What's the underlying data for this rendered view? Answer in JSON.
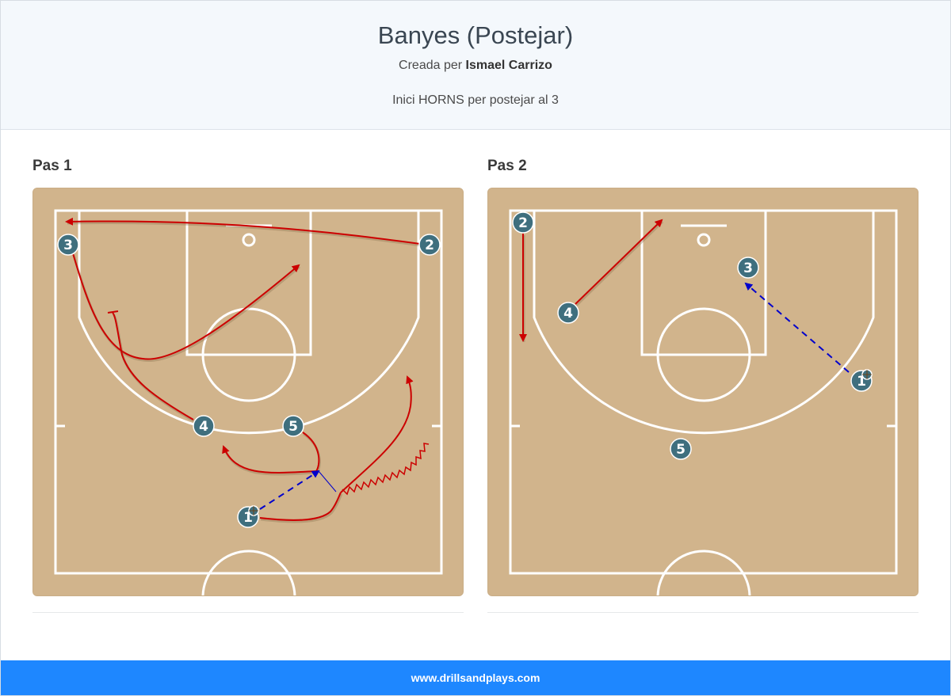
{
  "header": {
    "title": "Banyes (Postejar)",
    "created_prefix": "Creada per",
    "author": "Ismael Carrizo",
    "description": "Inici HORNS per postejar al 3"
  },
  "steps": [
    {
      "title": "Pas 1",
      "players": [
        {
          "label": "3",
          "has_ball": false
        },
        {
          "label": "2",
          "has_ball": false
        },
        {
          "label": "4",
          "has_ball": false
        },
        {
          "label": "5",
          "has_ball": false
        },
        {
          "label": "1",
          "has_ball": true
        }
      ],
      "actions": [
        {
          "type": "cut",
          "player": "2"
        },
        {
          "type": "cut",
          "player": "3"
        },
        {
          "type": "screen",
          "player": "4"
        },
        {
          "type": "cut",
          "player": "5"
        },
        {
          "type": "pass",
          "from": "1",
          "to": "5"
        },
        {
          "type": "cut",
          "player": "1"
        },
        {
          "type": "dribble",
          "player": "1"
        }
      ]
    },
    {
      "title": "Pas 2",
      "players": [
        {
          "label": "2",
          "has_ball": false
        },
        {
          "label": "4",
          "has_ball": false
        },
        {
          "label": "3",
          "has_ball": false
        },
        {
          "label": "1",
          "has_ball": true
        },
        {
          "label": "5",
          "has_ball": false
        }
      ],
      "actions": [
        {
          "type": "cut",
          "player": "2"
        },
        {
          "type": "cut",
          "player": "4"
        },
        {
          "type": "pass",
          "from": "1",
          "to": "3"
        }
      ]
    }
  ],
  "colors": {
    "court": "#d1b48c",
    "lines": "#ffffff",
    "player": "#3f6f7e",
    "movement": "#cc0000",
    "pass": "#0000cc",
    "header_bg": "#f4f8fc",
    "footer_bg": "#1e87ff"
  },
  "icons": {
    "ball": "basketball-icon"
  },
  "footer": {
    "text": "www.drillsandplays.com"
  }
}
